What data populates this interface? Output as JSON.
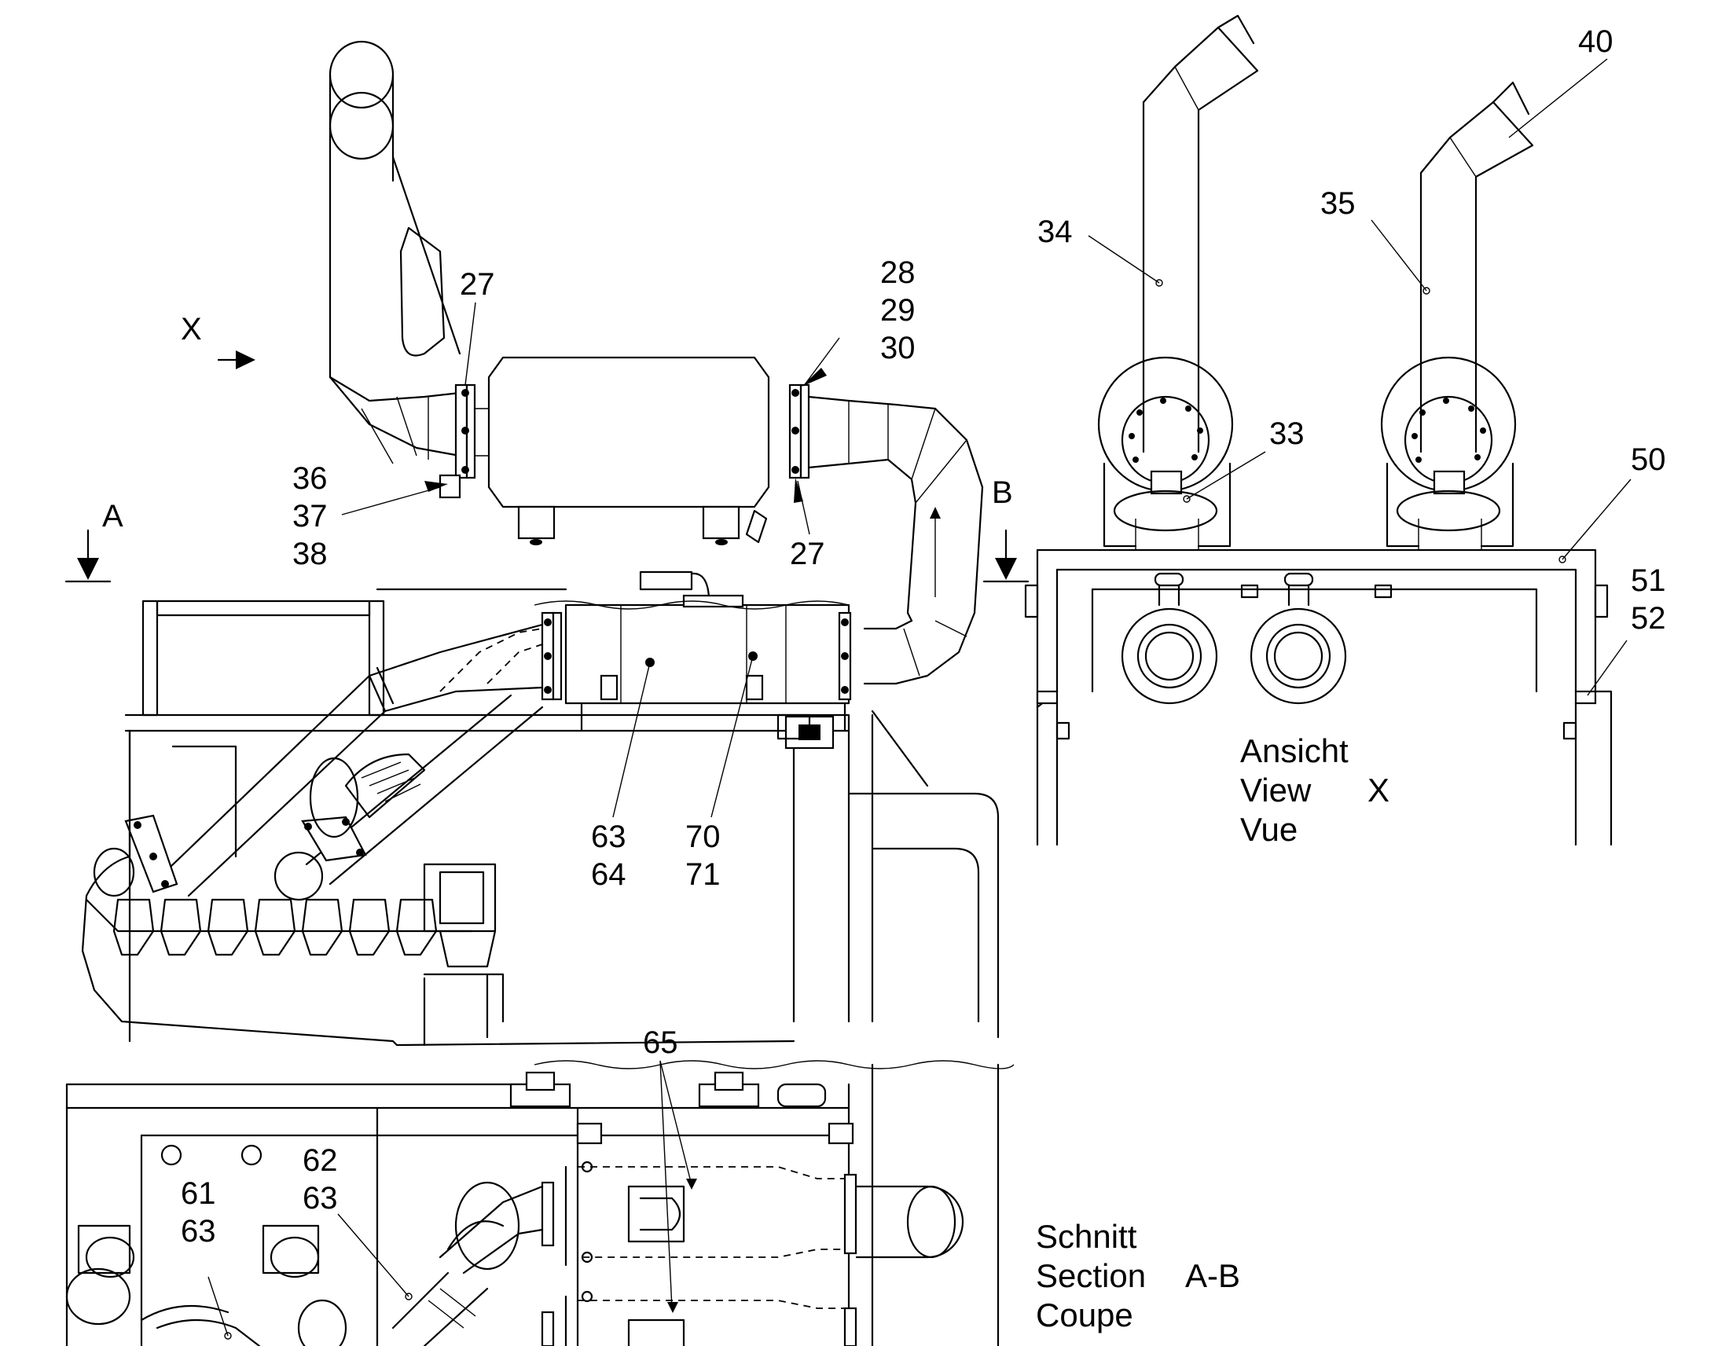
{
  "labels": {
    "x_marker": "X",
    "a_marker": "A",
    "b_marker": "B",
    "l27_top": "27",
    "l27_bottom": "27",
    "l28": "28",
    "l29": "29",
    "l30": "30",
    "l36": "36",
    "l37": "37",
    "l38": "38",
    "l34": "34",
    "l35": "35",
    "l40": "40",
    "l33": "33",
    "l50": "50",
    "l51": "51",
    "l52": "52",
    "l63a": "63",
    "l64": "64",
    "l70": "70",
    "l71": "71",
    "l65": "65",
    "l62": "62",
    "l63b": "63",
    "l61": "61",
    "l63c": "63"
  },
  "captions": {
    "view_x": {
      "line1": "Ansicht",
      "line2": "View",
      "line2_ref": "X",
      "line3": "Vue"
    },
    "section_ab": {
      "line1": "Schnitt",
      "line2": "Section",
      "line2_ref": "A-B",
      "line3": "Coupe"
    }
  }
}
